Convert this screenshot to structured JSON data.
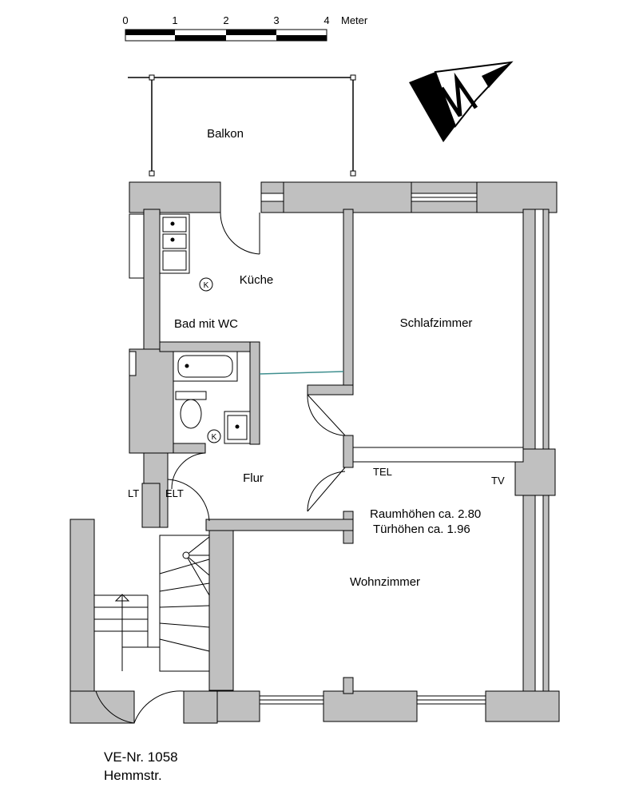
{
  "scale_bar": {
    "ticks": [
      "0",
      "1",
      "2",
      "3",
      "4"
    ],
    "unit": "Meter"
  },
  "rooms": {
    "balkon": "Balkon",
    "kueche": "Küche",
    "bad": "Bad mit WC",
    "schlafzimmer": "Schlafzimmer",
    "flur": "Flur",
    "wohnzimmer": "Wohnzimmer"
  },
  "markers": {
    "boiler_label": "K",
    "elt_left": "LT",
    "elt_right": "ELT",
    "tel": "TEL",
    "tv": "TV"
  },
  "heights": {
    "room_height": "Raumhöhen ca.  2.80",
    "door_height": "Türhöhen ca.  1.96"
  },
  "footer": {
    "ve_number": "VE-Nr. 1058",
    "street": "Hemmstr."
  },
  "colors": {
    "wall": "#c0c0c0",
    "line": "#000000",
    "opening": "#3f8f8f"
  }
}
